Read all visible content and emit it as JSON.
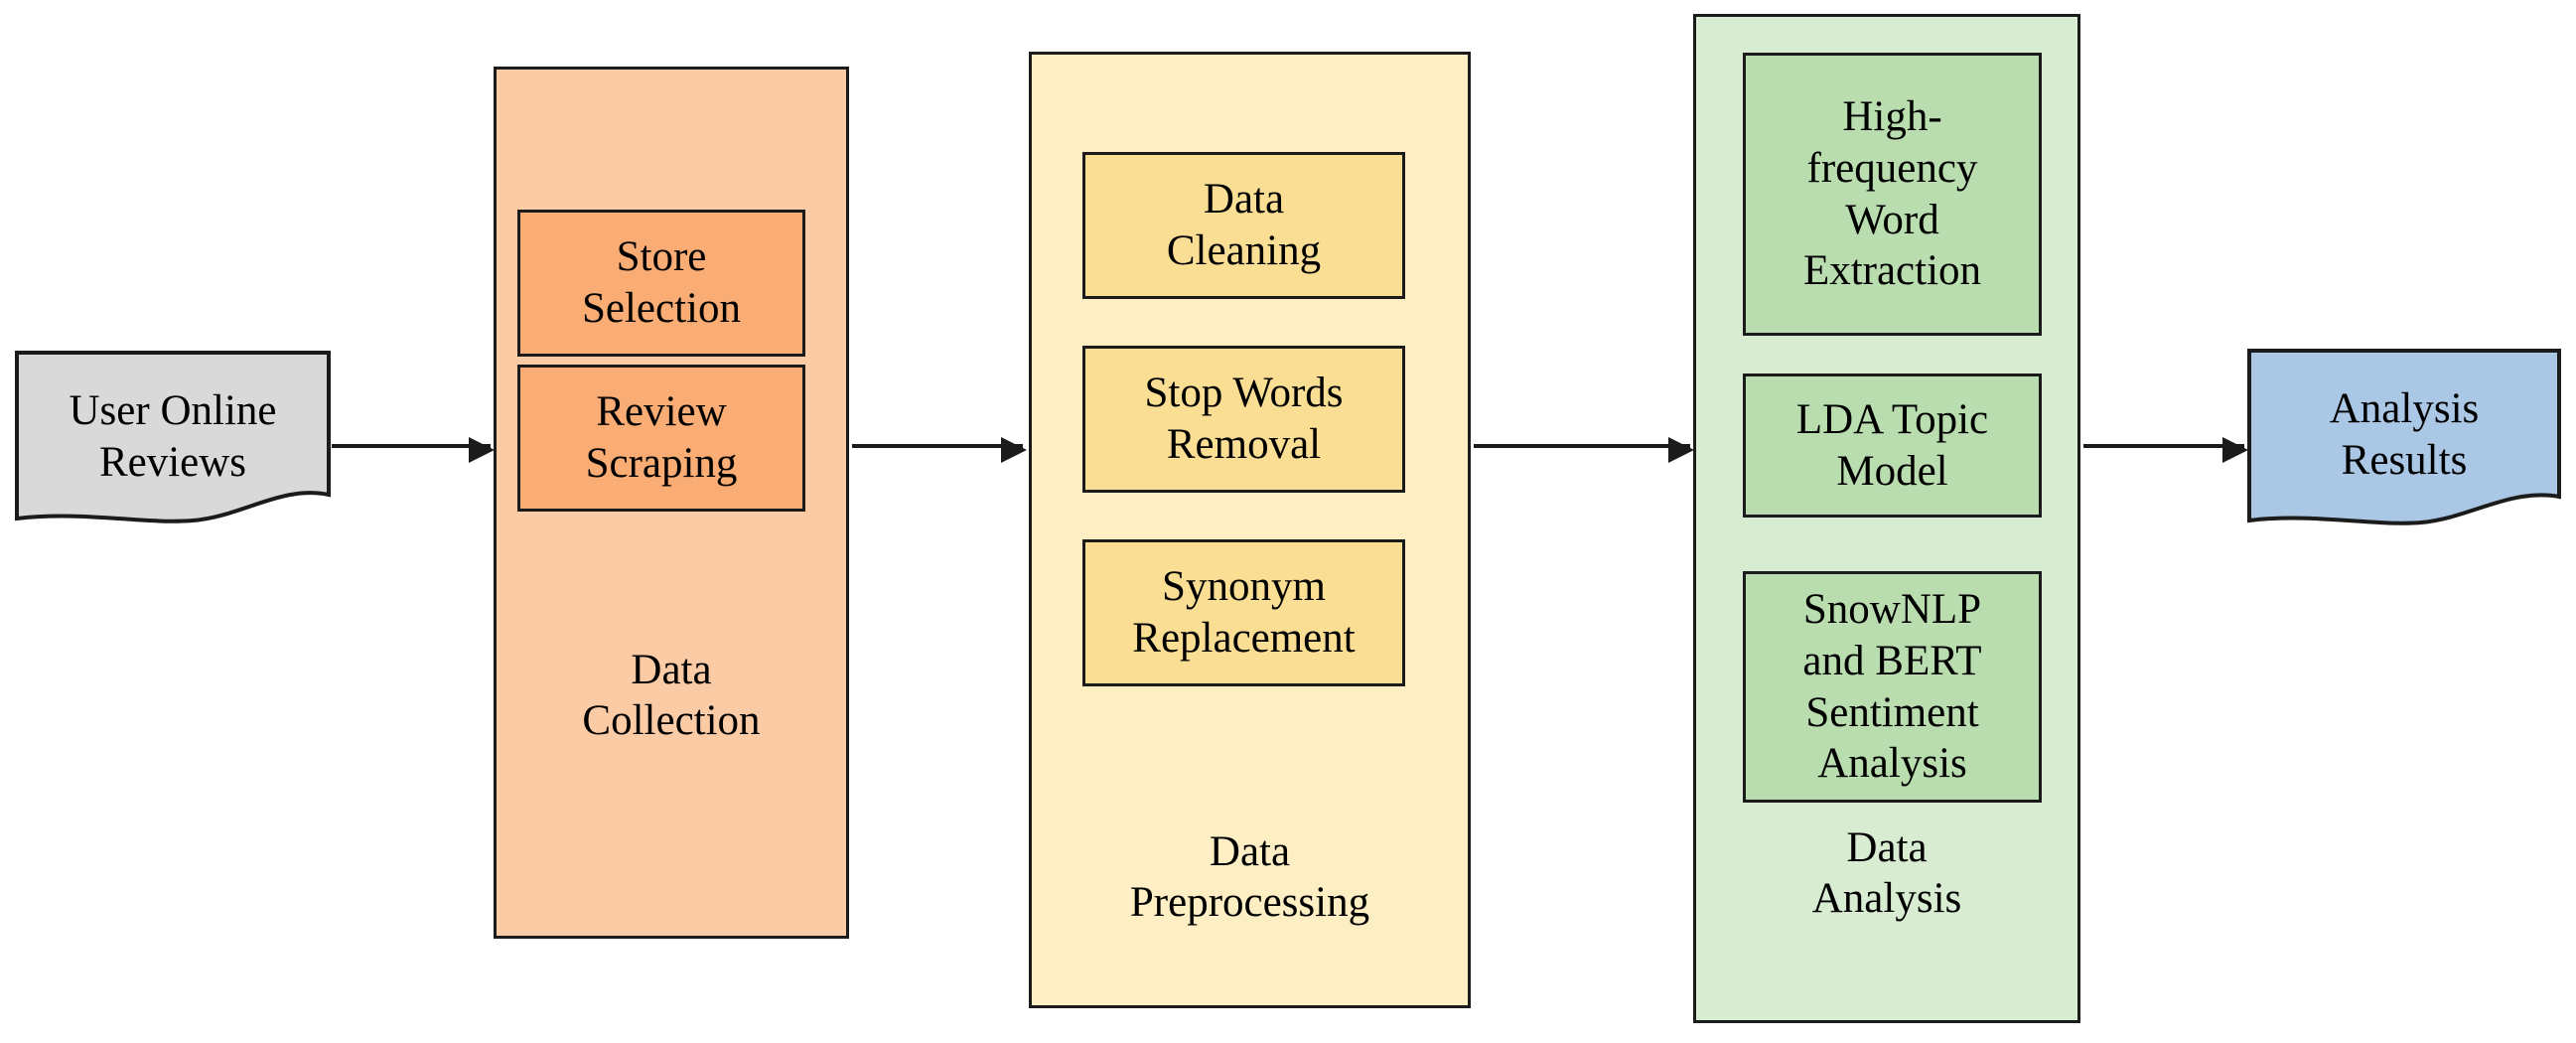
{
  "diagram": {
    "title": "User review analysis methodology flowchart",
    "orientation": "left-to-right",
    "colors": {
      "input_fill": "#d9d9d9",
      "output_fill": "#aac7e6",
      "stage1_fill": "#fbcba6",
      "stage1_box_fill": "#f9ac73",
      "stage2_fill": "#fdeec4",
      "stage2_box_fill": "#fade93",
      "stage3_fill": "#d8ecd1",
      "stage3_box_fill": "#b9ddae",
      "stroke": "#1b1b1b",
      "text": "#000000"
    }
  },
  "input_node": {
    "label": "User Online\nReviews",
    "shape": "document"
  },
  "output_node": {
    "label": "Analysis\nResults",
    "shape": "document"
  },
  "stages": [
    {
      "id": "data-collection",
      "label": "Data\nCollection",
      "steps": [
        {
          "label": "Store\nSelection"
        },
        {
          "label": "Review\nScraping"
        }
      ]
    },
    {
      "id": "data-preprocessing",
      "label": "Data\nPreprocessing",
      "steps": [
        {
          "label": "Data\nCleaning"
        },
        {
          "label": "Stop Words\nRemoval"
        },
        {
          "label": "Synonym\nReplacement"
        }
      ]
    },
    {
      "id": "data-analysis",
      "label": "Data\nAnalysis",
      "steps": [
        {
          "label": "High-\nfrequency\nWord\nExtraction"
        },
        {
          "label": "LDA Topic\nModel"
        },
        {
          "label": "SnowNLP\nand BERT\nSentiment\nAnalysis"
        }
      ]
    }
  ],
  "connectors": [
    {
      "from": "input-node",
      "to": "data-collection"
    },
    {
      "from": "data-collection",
      "to": "data-preprocessing"
    },
    {
      "from": "data-preprocessing",
      "to": "data-analysis"
    },
    {
      "from": "data-analysis",
      "to": "output-node"
    }
  ]
}
